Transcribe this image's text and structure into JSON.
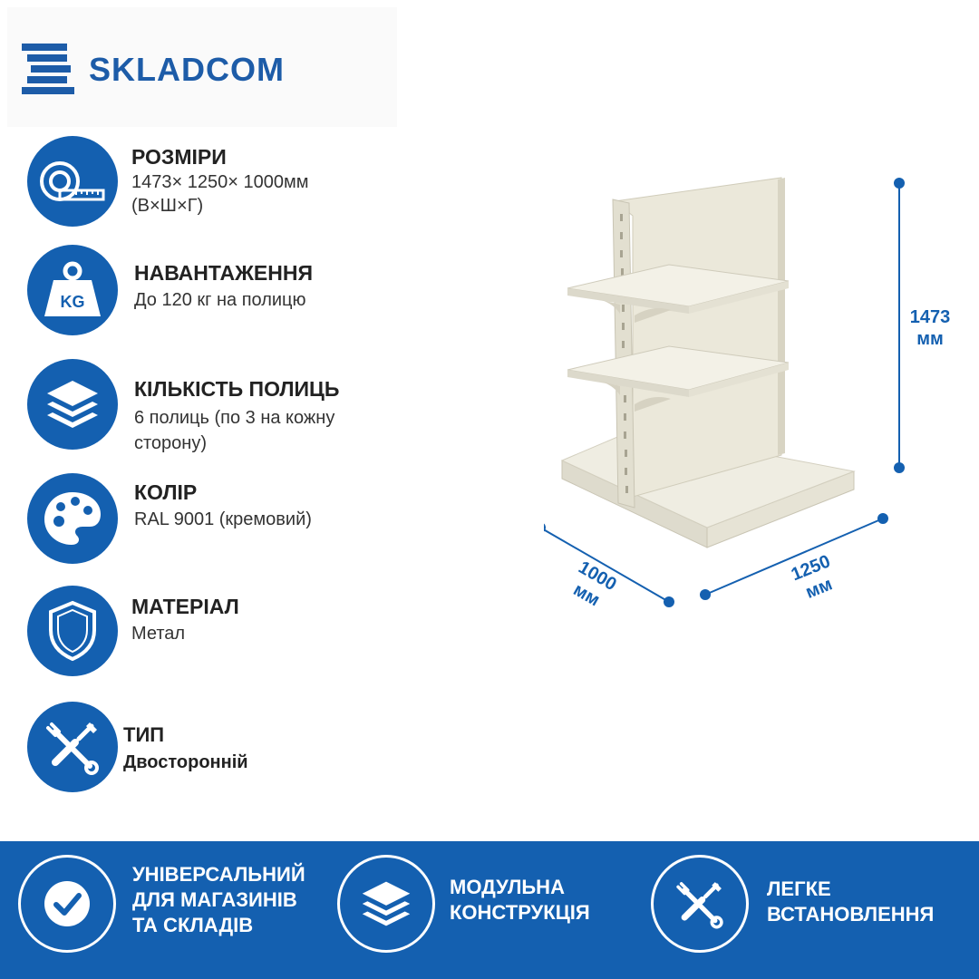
{
  "brand": {
    "name": "SKLADCOM",
    "color": "#1d5ca8"
  },
  "specs": [
    {
      "icon": "tape-measure-icon",
      "title": "РОЗМІРИ",
      "lines": [
        "1473× 1250× 1000мм",
        "(В×Ш×Г)"
      ]
    },
    {
      "icon": "kg-weight-icon",
      "title": "НАВАНТАЖЕННЯ",
      "lines": [
        "До 120 кг на полицю"
      ]
    },
    {
      "icon": "layers-icon",
      "title": "КІЛЬКІСТЬ ПОЛИЦЬ",
      "lines": [
        "6 полиць (по 3 на кожну",
        "сторону)"
      ]
    },
    {
      "icon": "palette-icon",
      "title": "КОЛІР",
      "lines": [
        "RAL 9001 (кремовий)"
      ]
    },
    {
      "icon": "shield-icon",
      "title": "МАТЕРІАЛ",
      "lines": [
        "Метал"
      ]
    },
    {
      "icon": "tools-icon",
      "title": "ТИП",
      "lines": [
        "Двосторонній"
      ]
    }
  ],
  "dimensions": {
    "height": [
      "1473",
      "мм"
    ],
    "depth": [
      "1000",
      "мм"
    ],
    "width": [
      "1250",
      "мм"
    ]
  },
  "features": [
    {
      "icon": "checkmark-icon",
      "lines": [
        "УНІВЕРСАЛЬНИЙ",
        "ДЛЯ МАГАЗИНІВ",
        "ТА СКЛАДІВ"
      ]
    },
    {
      "icon": "layers-icon",
      "lines": [
        "МОДУЛЬНА",
        "КОНСТРУКЦІЯ"
      ]
    },
    {
      "icon": "tools-icon",
      "lines": [
        "ЛЕГКЕ",
        "ВСТАНОВЛЕННЯ"
      ]
    }
  ],
  "colors": {
    "primary": "#1460b0",
    "shelf": "#ece9dc",
    "white": "#ffffff"
  }
}
